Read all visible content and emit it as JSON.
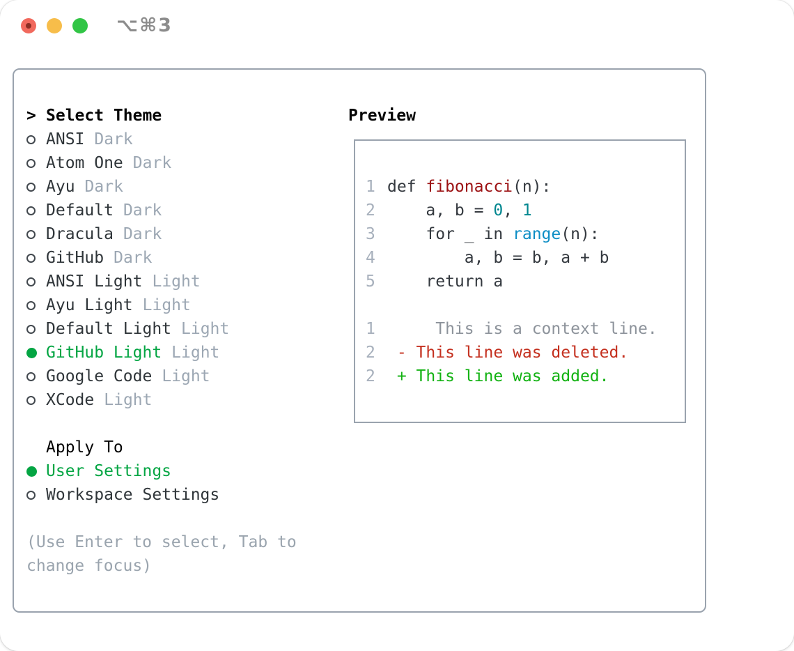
{
  "window": {
    "title": "⌥⌘3",
    "traffic_lights": [
      "close",
      "minimize",
      "zoom"
    ]
  },
  "theme_panel": {
    "header_prefix": ">",
    "header_label": "Select Theme",
    "themes": [
      {
        "label": "ANSI",
        "tag": "Dark",
        "selected": false
      },
      {
        "label": "Atom One",
        "tag": "Dark",
        "selected": false
      },
      {
        "label": "Ayu",
        "tag": "Dark",
        "selected": false
      },
      {
        "label": "Default",
        "tag": "Dark",
        "selected": false
      },
      {
        "label": "Dracula",
        "tag": "Dark",
        "selected": false
      },
      {
        "label": "GitHub",
        "tag": "Dark",
        "selected": false
      },
      {
        "label": "ANSI Light",
        "tag": "Light",
        "selected": false
      },
      {
        "label": "Ayu Light",
        "tag": "Light",
        "selected": false
      },
      {
        "label": "Default Light",
        "tag": "Light",
        "selected": false
      },
      {
        "label": "GitHub Light",
        "tag": "Light",
        "selected": true
      },
      {
        "label": "Google Code",
        "tag": "Light",
        "selected": false
      },
      {
        "label": "XCode",
        "tag": "Light",
        "selected": false
      }
    ],
    "apply_to_label": "Apply To",
    "apply_to_options": [
      {
        "label": "User Settings",
        "selected": true
      },
      {
        "label": "Workspace Settings",
        "selected": false
      }
    ],
    "hint_lines": [
      "(Use Enter to select, Tab to",
      "change focus)"
    ]
  },
  "preview": {
    "label": "Preview",
    "lines": [
      {
        "num": "1",
        "tokens": [
          [
            "def ",
            "pl"
          ],
          [
            "fibonacci",
            "fn"
          ],
          [
            "(n):",
            "pl"
          ]
        ]
      },
      {
        "num": "2",
        "tokens": [
          [
            "    a, b = ",
            "pl"
          ],
          [
            "0",
            "nm"
          ],
          [
            ", ",
            "pl"
          ],
          [
            "1",
            "nm"
          ]
        ]
      },
      {
        "num": "3",
        "tokens": [
          [
            "    for _ in ",
            "pl"
          ],
          [
            "range",
            "bi"
          ],
          [
            "(n):",
            "pl"
          ]
        ]
      },
      {
        "num": "4",
        "tokens": [
          [
            "        a, b = b, a + b",
            "pl"
          ]
        ]
      },
      {
        "num": "5",
        "tokens": [
          [
            "    return a",
            "pl"
          ]
        ]
      },
      {
        "num": "",
        "tokens": []
      },
      {
        "num": "1",
        "tokens": [
          [
            "     This is a context line.",
            "ctx"
          ]
        ]
      },
      {
        "num": "2",
        "tokens": [
          [
            " - This line was deleted.",
            "del"
          ]
        ]
      },
      {
        "num": "2",
        "tokens": [
          [
            " + This line was added.",
            "add"
          ]
        ]
      }
    ]
  },
  "colors": {
    "accent_green": "#04a543",
    "diff_add": "#12b212",
    "diff_del": "#c4301f",
    "func_red": "#9c1113",
    "number_teal": "#00868f",
    "builtin_blue": "#0e8ec5",
    "context_gray": "#8d939b",
    "gutter_gray": "#a7b0bc",
    "tag_gray": "#9ca7b3",
    "hint_gray": "#9aa4ae",
    "text_dark": "#2f3539",
    "code_dark": "#34393f",
    "border_gray": "#9aa3ae",
    "titlebar_gray": "#8c8c8c",
    "tl_red": "#f1695d",
    "tl_red_dot": "#8c2e24",
    "tl_yellow": "#f7bd4a",
    "tl_green": "#32c546"
  }
}
